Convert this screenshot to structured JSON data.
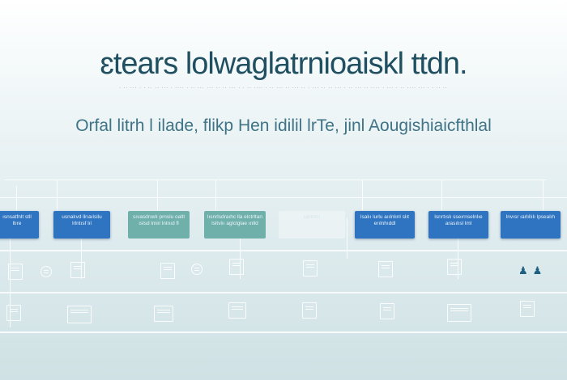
{
  "header": {
    "title": "ɛtears lolwaglatrnioaiskl ttdn.",
    "subtitle_small": "· ·· ··· · · ·· ·· ··· · ···· · ·· ··· ··· ·· ·· ··· · · ·· ···· · ·· ··· ·· ··· ·· · ··· ·· ·· ··· · ·· ··· ·· ···· · ··· · ·· ···· ··· · · ·· ··",
    "subtitle": "Orfal litrh l ilade, flikp Hen idilil lrTe, jinl Aougishiaicfthlal"
  },
  "nodes": [
    {
      "text": "ısnsatfnlt stll ltıre",
      "style": "blue"
    },
    {
      "text": "usnalıvd llrıaılsilu lrlntısf lıl",
      "style": "blue"
    },
    {
      "text": "sıvasdrıwlı prnslu oaltl ıslsd lmiıl lntnıd fl",
      "style": "teal"
    },
    {
      "text": "lısnrlsdraıhc lla elctrltan lsltvlıı aglclglae ınlld",
      "style": "teal"
    },
    {
      "text": "ıalnlstıı",
      "style": "ghost"
    },
    {
      "text": "lsalıı lurlu aıılnlınl slıt erılnhıddl",
      "style": "blue"
    },
    {
      "text": "lsrırtıslı sseırnselnlıe arasılısl lml",
      "style": "blue"
    },
    {
      "text": "lnvısr ıarlıllılı lpsealıh",
      "style": "blue"
    }
  ]
}
